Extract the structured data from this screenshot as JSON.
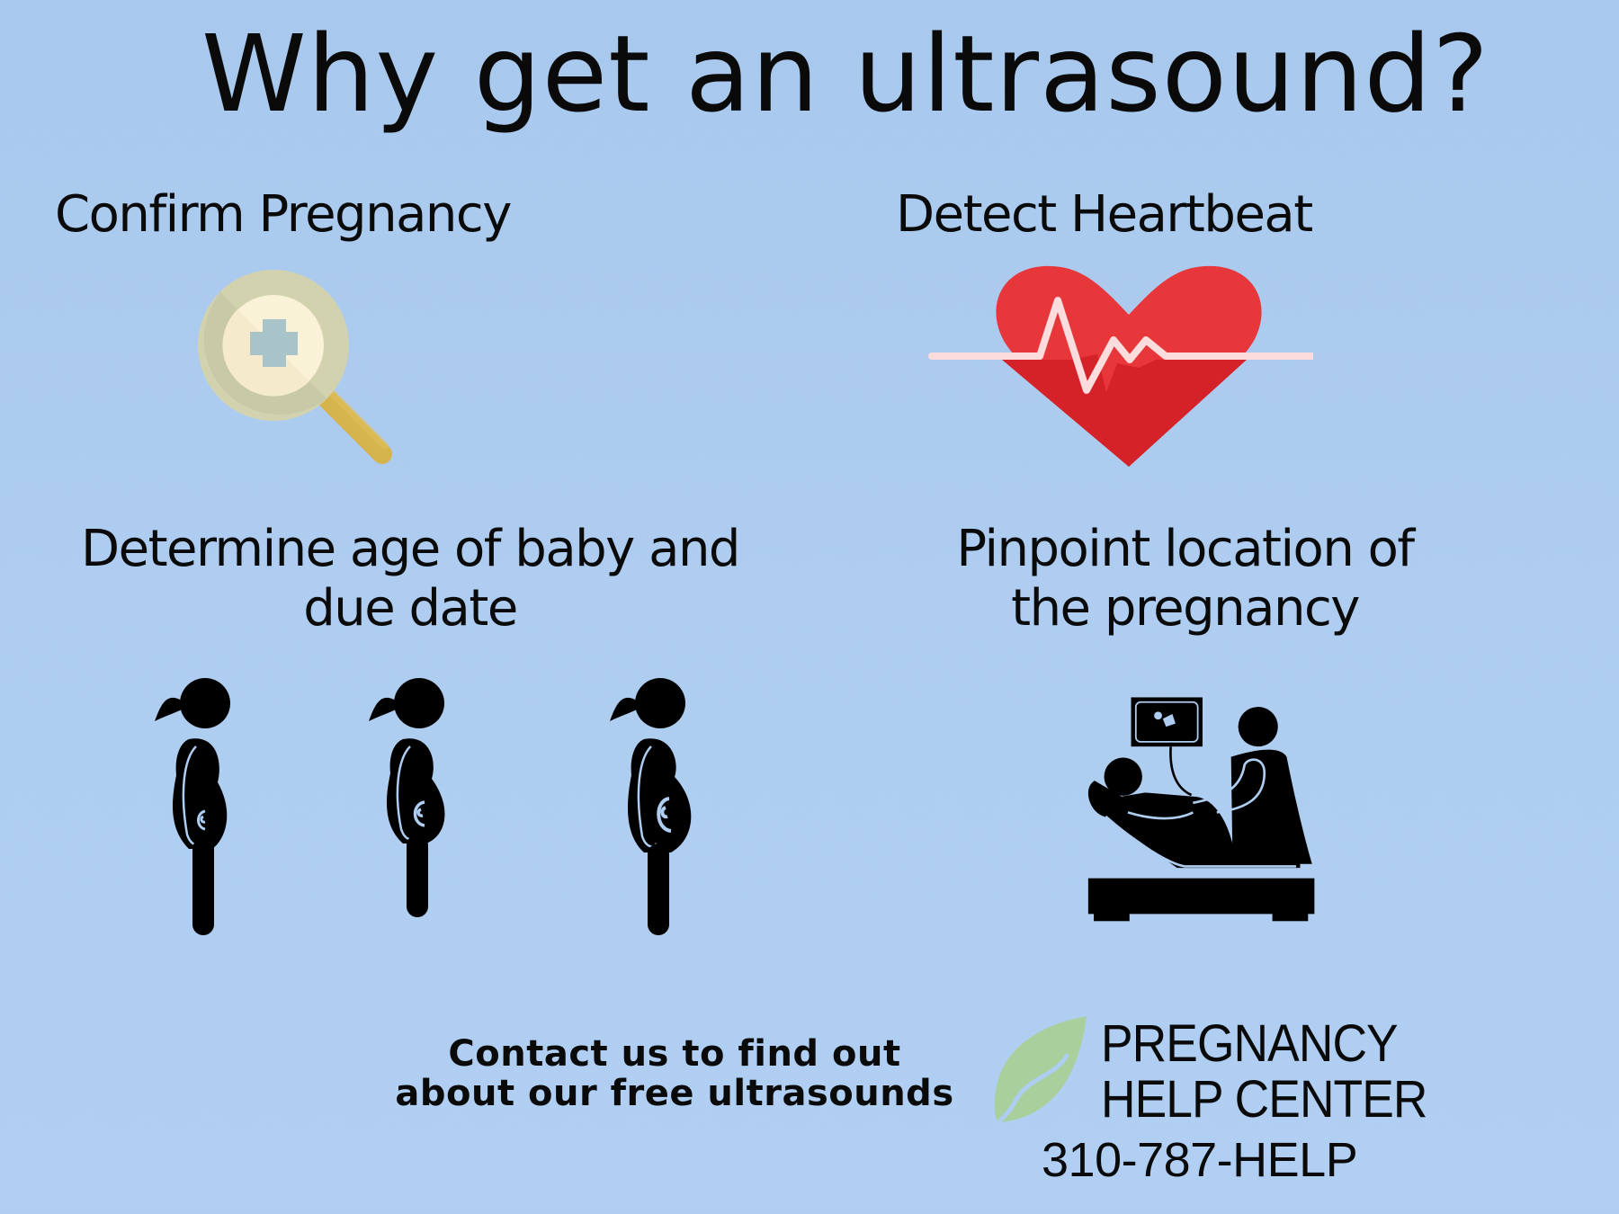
{
  "title": "Why get an ultrasound?",
  "sections": [
    {
      "heading": "Confirm Pregnancy",
      "icon": "magnifier-medical-cross-icon"
    },
    {
      "heading": "Detect Heartbeat",
      "icon": "heart-pulse-icon"
    },
    {
      "heading": "Determine age of baby and due date",
      "icon": "pregnant-woman-stages-icon"
    },
    {
      "heading": "Pinpoint location of the pregnancy",
      "icon": "ultrasound-exam-icon"
    }
  ],
  "footer": {
    "contact_line1": "Contact us to find out",
    "contact_line2": "about our free ultrasounds",
    "brand_line1": "PREGNANCY",
    "brand_line2": "HELP CENTER",
    "phone": "310-787-HELP"
  },
  "colors": {
    "background": "#aacaee",
    "heart": "#e8373a",
    "heart_shadow": "#d42228",
    "pulse_line": "#fcdcdc",
    "magnifier_ring": "#d2d2ae",
    "magnifier_glass": "#faf2d6",
    "magnifier_handle": "#dcb84e",
    "cross": "#a8c4c8",
    "leaf": "#a9d09c"
  }
}
